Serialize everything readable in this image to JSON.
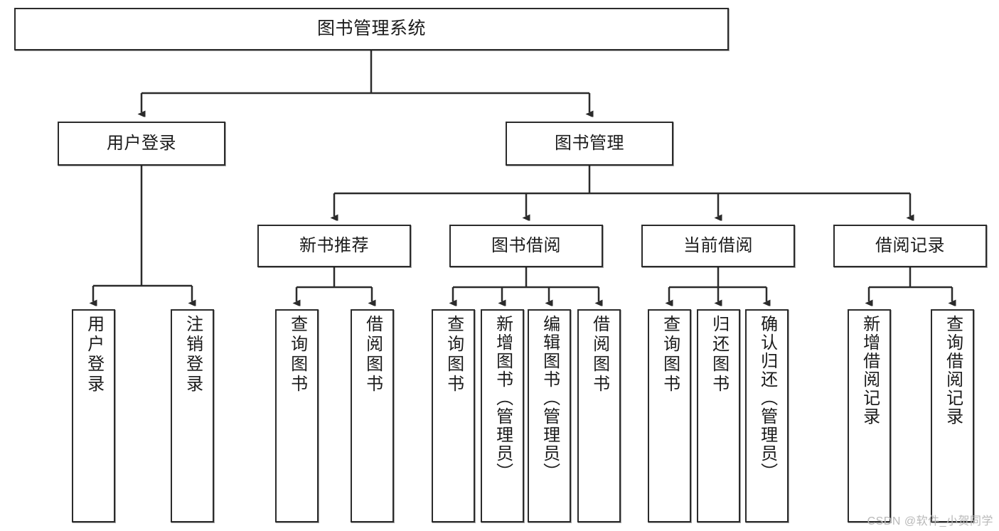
{
  "diagram": {
    "title": "图书管理系统",
    "type": "tree-hierarchy-chart",
    "watermark": "CSDN @软件_小贺同学",
    "colors": {
      "box_border": "#2b2b2b",
      "box_fill": "#ffffff",
      "connector": "#2b2b2b",
      "text": "#1b1b1b",
      "watermark": "#b9b9b9"
    },
    "levels": {
      "root": {
        "label": "图书管理系统"
      },
      "level2": [
        {
          "label": "用户登录"
        },
        {
          "label": "图书管理"
        }
      ],
      "level3": [
        {
          "label": "新书推荐"
        },
        {
          "label": "图书借阅"
        },
        {
          "label": "当前借阅"
        },
        {
          "label": "借阅记录"
        }
      ],
      "level4": {
        "user_login": [
          {
            "label": "用户登录"
          },
          {
            "label": "注销登录"
          }
        ],
        "new_book_recommend": [
          {
            "label": "查询图书"
          },
          {
            "label": "借阅图书"
          }
        ],
        "book_borrow": [
          {
            "label": "查询图书"
          },
          {
            "label": "新增图书（管理员）"
          },
          {
            "label": "编辑图书（管理员）"
          },
          {
            "label": "借阅图书"
          }
        ],
        "current_borrow": [
          {
            "label": "查询图书"
          },
          {
            "label": "归还图书"
          },
          {
            "label": "确认归还（管理员）"
          }
        ],
        "borrow_record": [
          {
            "label": "新增借阅记录"
          },
          {
            "label": "查询借阅记录"
          }
        ]
      }
    }
  }
}
